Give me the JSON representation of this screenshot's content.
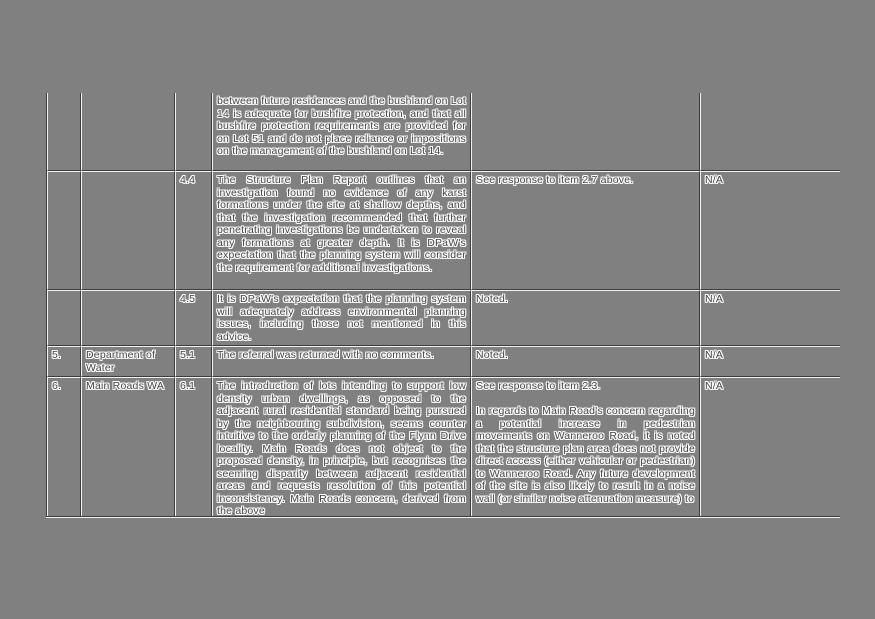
{
  "colors": {
    "background": "#808080",
    "border_light": "#f2f2f2",
    "border_dark": "#3d3d3d",
    "text_core": "#454545",
    "text_outline": "#fbfbfb"
  },
  "table": {
    "rows": [
      {
        "number": "",
        "organisation": "",
        "item": "",
        "comment": "between future residences and the bushland on Lot 14 is adequate for bushfire protection, and that all bushfire protection requirements are provided for on Lot 51 and do not place reliance or impositions on the management of the bushland on Lot 14.",
        "response_p1": "",
        "na": ""
      },
      {
        "number": "",
        "organisation": "",
        "item": "4.4",
        "comment": "The Structure Plan Report outlines that an investigation found no evidence of any karst formations under the site at shallow depths, and that the investigation recommended that further penetrating investigations be undertaken to reveal any formations at greater depth. It is DPaW's expectation that the planning system will consider the requirement for additional investigations.",
        "response_p1": "See response to item 2.7 above.",
        "na": "N/A"
      },
      {
        "number": "",
        "organisation": "",
        "item": "4.5",
        "comment": "It is DPaW's expectation that the planning system will adequately address environmental planning issues, including those not mentioned in this advice.",
        "response_p1": "Noted.",
        "na": "N/A"
      },
      {
        "number": "5.",
        "organisation": "Department of Water",
        "item": "5.1",
        "comment": "The referral was returned with no comments.",
        "response_p1": "Noted.",
        "na": "N/A"
      },
      {
        "number": "6.",
        "organisation": "Main Roads WA",
        "item": "6.1",
        "comment": "The introduction of lots intending to support low density urban dwellings, as opposed to the adjacent rural residential standard being pursued by the neighbouring subdivision, seems counter intuitive to the orderly planning of the Flynn Drive locality. Main Roads does not object to the proposed density, in principle, but recognises the seeming disparity between adjacent residential areas and requests resolution of this potential inconsistency. Main Roads concern, derived from the above",
        "response_p1": "See response to item 2.3.",
        "response_p2": "In regards to Main Road's concern regarding a potential increase in pedestrian movements on Wanneroo Road, it is noted that the structure plan area does not provide direct access (either vehicular or pedestrian) to Wanneroo Road. Any future development of the site is also likely to result in a noise wall (or similar noise attenuation measure) to",
        "na": "N/A"
      }
    ]
  }
}
